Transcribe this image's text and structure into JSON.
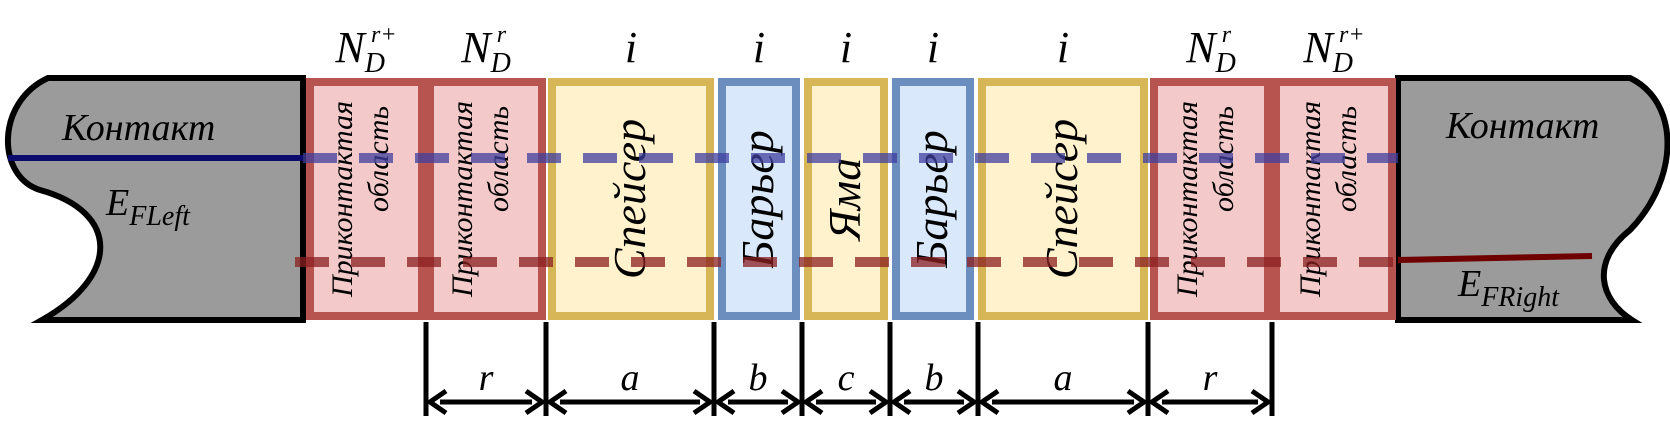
{
  "colors": {
    "contact_fill": "#9b9b9b",
    "contact_stroke": "#000000",
    "n_fill": "#f4c9c9",
    "n_stroke": "#b85450",
    "spacer_fill": "#fff2cc",
    "spacer_stroke": "#d6b656",
    "barrier_fill": "#dae8fc",
    "barrier_stroke": "#6c8ebf",
    "upper_level": "#3f3f9f",
    "lower_level": "#8b2020",
    "fermi_left": "#0b0b6e",
    "fermi_right": "#6e0000"
  },
  "contacts": {
    "left": {
      "label": "Контакт",
      "fermi_main": "E",
      "fermi_sub": "FLeft"
    },
    "right": {
      "label": "Контакт",
      "fermi_main": "E",
      "fermi_sub": "FRight"
    }
  },
  "regions": [
    {
      "id": "n-left-outer",
      "kind": "contact_n",
      "label_main": "N",
      "label_sub": "D",
      "label_sup": "r+",
      "text_line1": "Приконтактая",
      "text_line2": "область"
    },
    {
      "id": "n-left-inner",
      "kind": "contact_n",
      "label_main": "N",
      "label_sub": "D",
      "label_sup": "r",
      "text_line1": "Приконтактая",
      "text_line2": "область"
    },
    {
      "id": "spacer-left",
      "kind": "spacer",
      "label_main": "i",
      "text_line1": "Спейсер"
    },
    {
      "id": "barrier-left",
      "kind": "barrier",
      "label_main": "i",
      "text_line1": "Барьер"
    },
    {
      "id": "well",
      "kind": "well",
      "label_main": "i",
      "text_line1": "Яма"
    },
    {
      "id": "barrier-right",
      "kind": "barrier",
      "label_main": "i",
      "text_line1": "Барьер"
    },
    {
      "id": "spacer-right",
      "kind": "spacer",
      "label_main": "i",
      "text_line1": "Спейсер"
    },
    {
      "id": "n-right-inner",
      "kind": "contact_n",
      "label_main": "N",
      "label_sub": "D",
      "label_sup": "r",
      "text_line1": "Приконтактая",
      "text_line2": "область"
    },
    {
      "id": "n-right-outer",
      "kind": "contact_n",
      "label_main": "N",
      "label_sub": "D",
      "label_sup": "r+",
      "text_line1": "Приконтактая",
      "text_line2": "область"
    }
  ],
  "dimensions": [
    "r",
    "a",
    "b",
    "c",
    "b",
    "a",
    "r"
  ]
}
